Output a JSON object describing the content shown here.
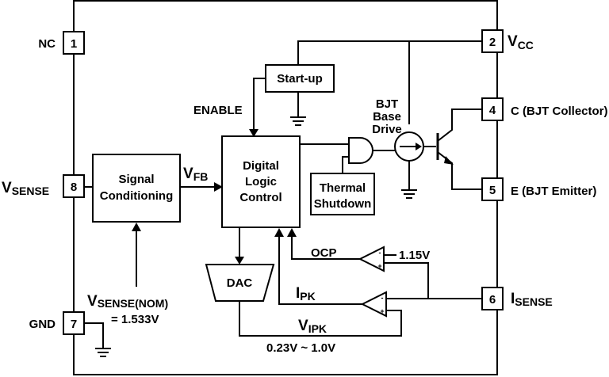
{
  "pins": {
    "p1": {
      "num": "1",
      "name": "NC"
    },
    "p2": {
      "num": "2",
      "name": "V",
      "sub": "CC"
    },
    "p4": {
      "num": "4",
      "name": "C (BJT Collector)"
    },
    "p5": {
      "num": "5",
      "name": "E (BJT Emitter)"
    },
    "p6": {
      "num": "6",
      "name": "I",
      "sub": "SENSE"
    },
    "p7": {
      "num": "7",
      "name": "GND"
    },
    "p8": {
      "num": "8",
      "name": "V",
      "sub": "SENSE"
    }
  },
  "blocks": {
    "startup": "Start-up",
    "signal_conditioning": [
      "Signal",
      "Conditioning"
    ],
    "digital_logic": [
      "Digital",
      "Logic",
      "Control"
    ],
    "thermal_shutdown": [
      "Thermal",
      "Shutdown"
    ],
    "dac": "DAC",
    "bjt_base_drive": [
      "BJT",
      "Base",
      "Drive"
    ]
  },
  "signals": {
    "enable": "ENABLE",
    "vfb": {
      "main": "V",
      "sub": "FB"
    },
    "ocp": "OCP",
    "ocp_ref": "1.15V",
    "ipk": {
      "main": "I",
      "sub": "PK"
    },
    "vipk": {
      "main": "V",
      "sub": "IPK"
    },
    "vipk_range": "0.23V ~ 1.0V",
    "vsense_nom": {
      "main": "V",
      "sub": "SENSE(NOM)"
    },
    "vsense_nom_value": "= 1.533V"
  }
}
